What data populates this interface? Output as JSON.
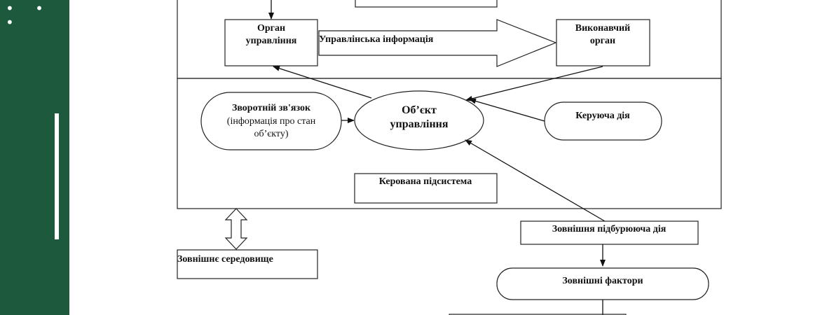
{
  "sidebar": {
    "dots": "• • •",
    "color": "#1d5a3d"
  },
  "diagram": {
    "control_organ": [
      "Орган",
      "управління"
    ],
    "control_info": "Управлінська інформація",
    "executive_organ": [
      "Виконавчий",
      "орган"
    ],
    "feedback": [
      "Зворотній зв'язок",
      "(інформація про стан",
      "об’єкту)"
    ],
    "control_object": [
      "Об’єкт",
      "управління"
    ],
    "control_action": "Керуюча дія",
    "managed_subsystem": "Керована підсистема",
    "external_environment": "Зовнішнє середовище",
    "external_disturbance": "Зовнішня підбурююча дія",
    "external_factors": "Зовнішні фактори"
  }
}
